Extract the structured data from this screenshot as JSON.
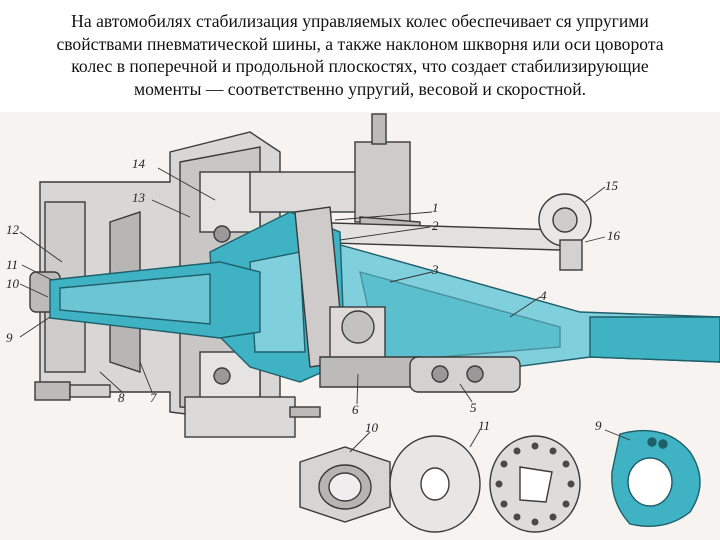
{
  "caption": {
    "lines": [
      "На автомобилях стабилизация управляемых колес обеспечивает ся упругими",
      "свойствами пневматической шины, а также наклоном шкворня или оси цоворота",
      "колес в поперечной и продольной плоскостях, что создает стабилизирующие",
      "моменты — соответственно упругий, весовой и скоростной."
    ]
  },
  "colors": {
    "background": "#ffffff",
    "paper": "#f6f3f1",
    "metal": "#d9d6d6",
    "metal_dark": "#7a7878",
    "outline": "#3a3a3a",
    "highlight": "#3fb2c4",
    "highlight_light": "#7fd0dc",
    "highlight_dark": "#1f8ea0"
  },
  "figure": {
    "callouts": {
      "c1": "1",
      "c2": "2",
      "c3": "3",
      "c4": "4",
      "c5": "5",
      "c6": "6",
      "c7": "7",
      "c8": "8",
      "c9": "9",
      "c10": "10",
      "c11": "11",
      "c12": "12",
      "c13": "13",
      "c14": "14",
      "c15": "15",
      "c16": "16",
      "p10": "10",
      "p11": "11",
      "p9": "9"
    }
  }
}
